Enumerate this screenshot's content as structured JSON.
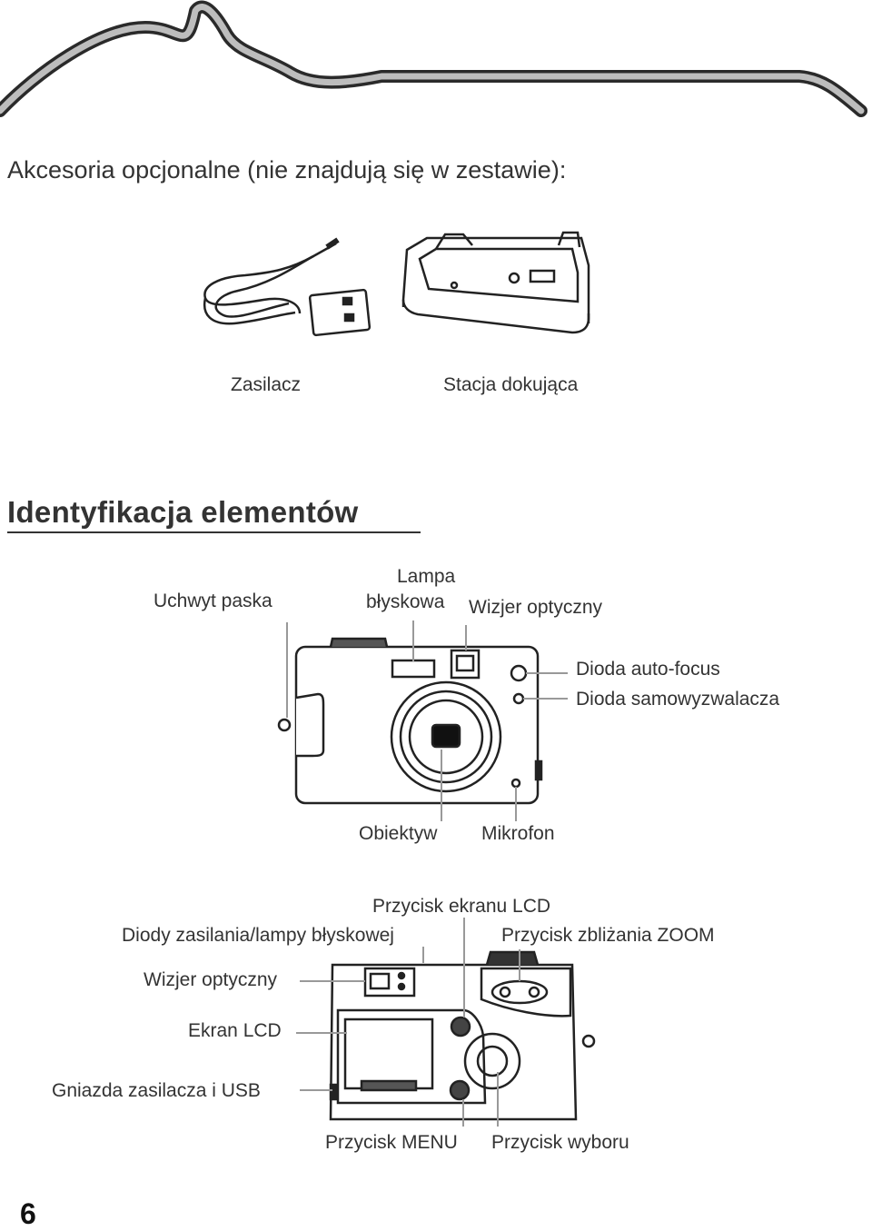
{
  "header": {
    "swoosh": "decorative-wave"
  },
  "accessories": {
    "heading": "Akcesoria opcjonalne (nie znajdują się w zestawie):",
    "items": [
      "Zasilacz",
      "Stacja dokująca"
    ]
  },
  "identification": {
    "heading": "Identyfikacja elementów",
    "front_labels": {
      "strap": "Uchwyt paska",
      "flash_1": "Lampa",
      "flash_2": "błyskowa",
      "viewfinder": "Wizjer optyczny",
      "af_led": "Dioda auto-focus",
      "timer_led": "Dioda samowyzwalacza",
      "lens": "Obiektyw",
      "mic": "Mikrofon"
    },
    "back_labels": {
      "lcd_button": "Przycisk ekranu LCD",
      "leds": "Diody zasilania/lampy błyskowej",
      "zoom": "Przycisk zbliżania ZOOM",
      "viewfinder": "Wizjer optyczny",
      "lcd": "Ekran LCD",
      "ports": "Gniazda zasilacza i USB",
      "menu": "Przycisk MENU",
      "select": "Przycisk wyboru"
    }
  },
  "page_number": "6"
}
